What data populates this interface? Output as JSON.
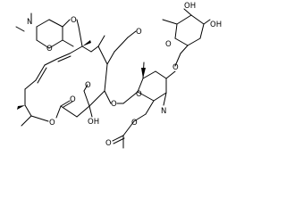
{
  "molecule": {
    "atom_labels": {
      "n_dimethylamino_top": "N",
      "o_ring_top": "O",
      "o_glycoside_top": "O",
      "o_aldehyde": "O",
      "oh_right_1": "OH",
      "oh_right_2": "OH",
      "o_ring_right": "O",
      "o_glycoside_right": "O",
      "o_ring_middle": "O",
      "o_methoxy": "O",
      "o_glycoside_middle": "O",
      "n_dimethylamino_middle": "N",
      "o_lactone_carbonyl": "O",
      "o_lactone_ring": "O",
      "oh_macrocycle": "OH",
      "o_acetyl_ester": "O",
      "o_acetyl_carbonyl": "O"
    },
    "colors": {
      "bond": "#000000",
      "label": "#000000",
      "background": "#ffffff"
    }
  }
}
